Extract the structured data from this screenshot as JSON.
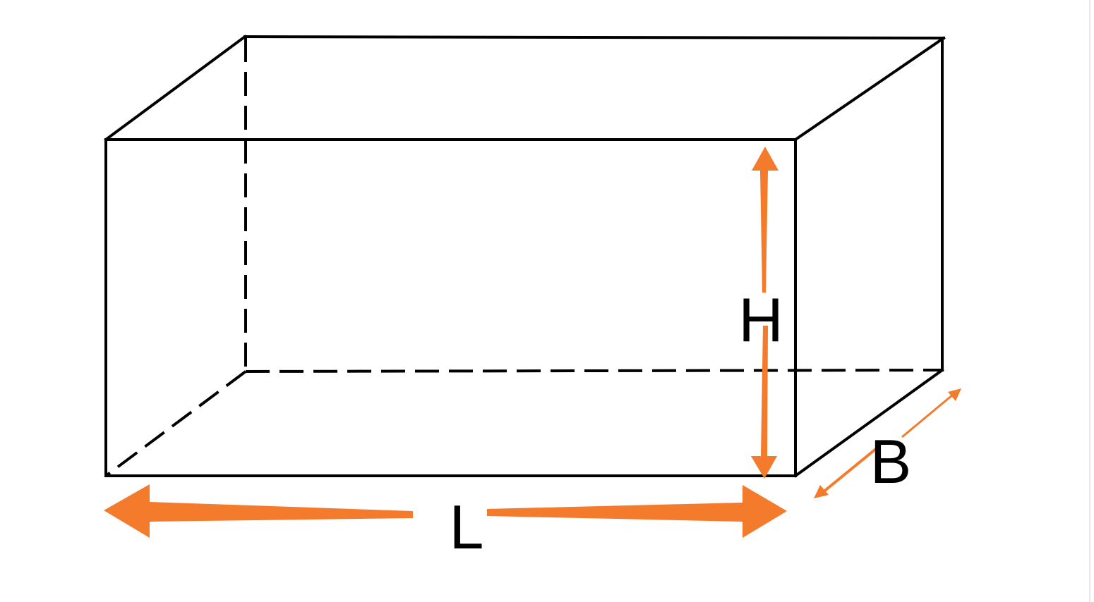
{
  "labels": {
    "length": "L",
    "height": "H",
    "breadth": "B"
  },
  "colors": {
    "edges": "#000000",
    "arrows": "#F47A2C",
    "background": "#FFFFFF"
  }
}
